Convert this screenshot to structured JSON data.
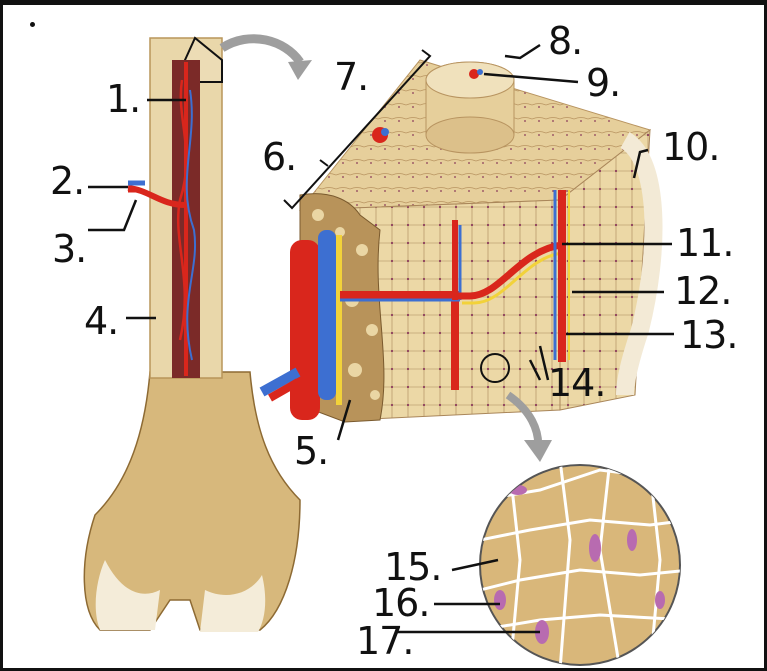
{
  "labels": [
    "1.",
    "2.",
    "3.",
    "4.",
    "5.",
    "6.",
    "7.",
    "8.",
    "9.",
    "10.",
    "11.",
    "12.",
    "13.",
    "14.",
    "15.",
    "16.",
    "17."
  ],
  "colors": {
    "bone": "#e3cf9c",
    "bone_dark": "#c9a86a",
    "spongy": "#b8935a",
    "artery": "#d9261c",
    "vein": "#3d6fd1",
    "nerve": "#f2d23a",
    "osteocyte": "#b86bb0",
    "arrow": "#9e9e9e",
    "outline": "#111111"
  }
}
